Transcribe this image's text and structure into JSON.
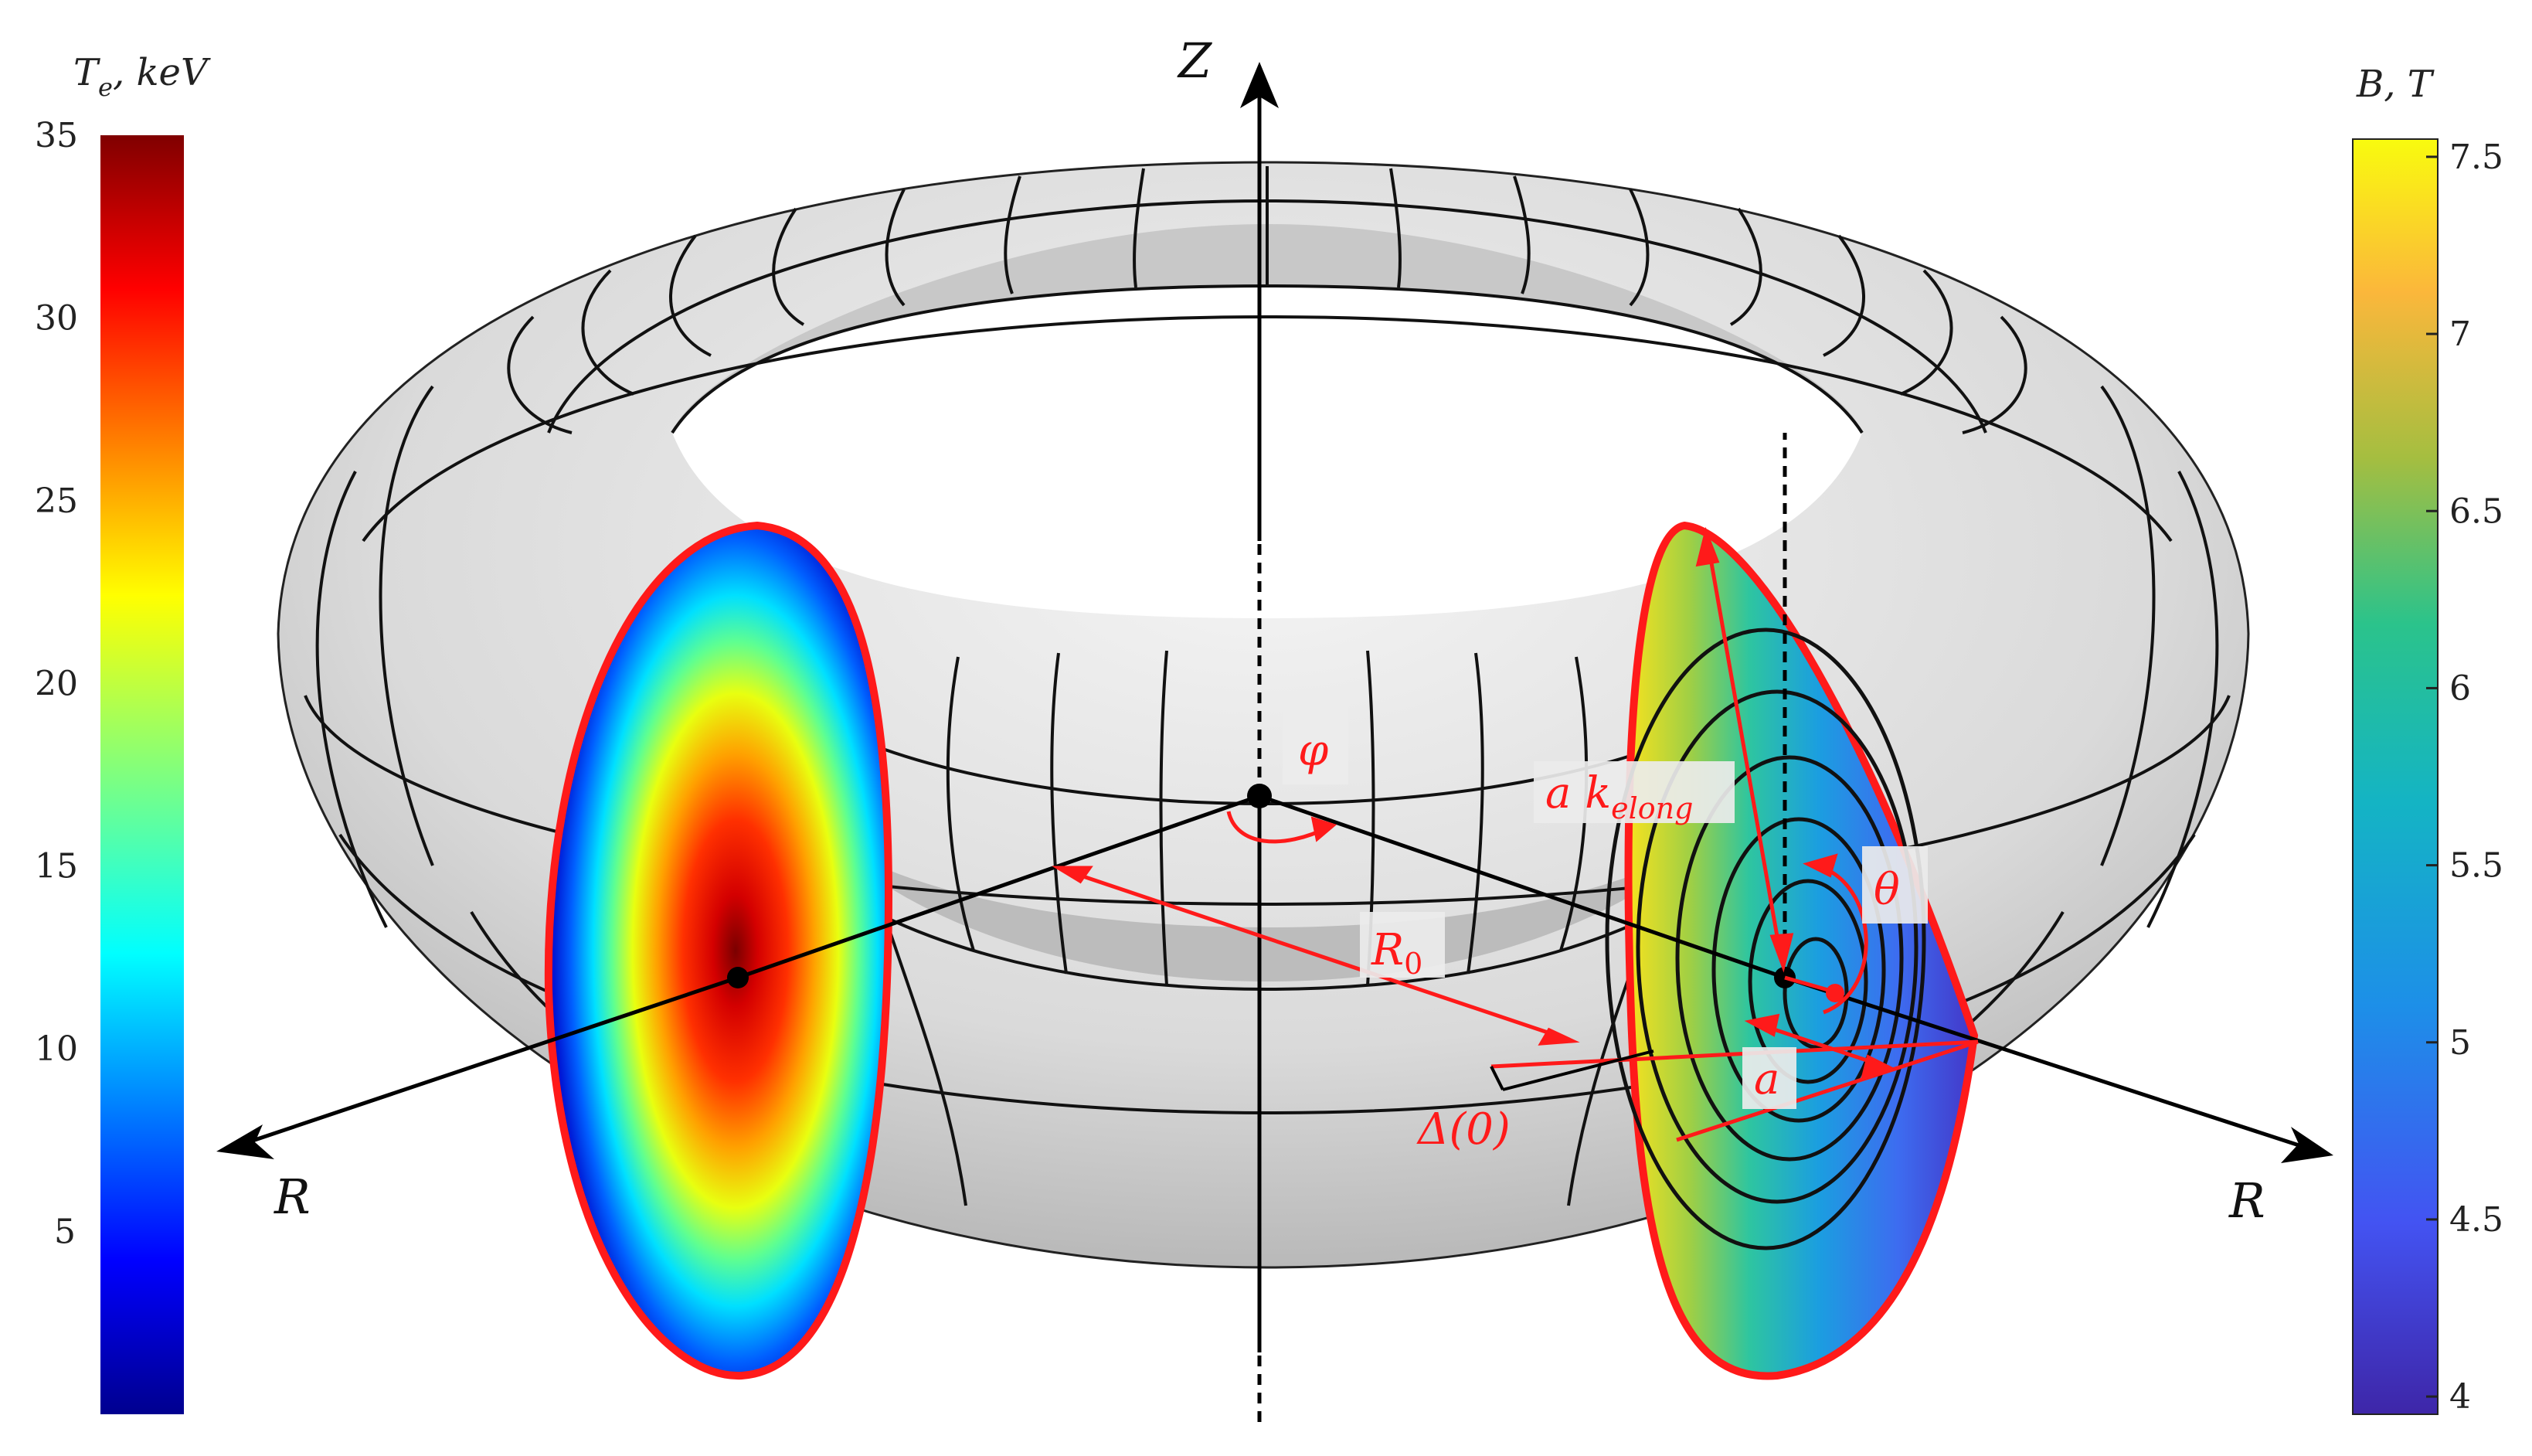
{
  "left_colorbar": {
    "title_main": "T",
    "title_sub": "e",
    "title_rest": ", keV",
    "max_label": "35",
    "ticks": [
      "30",
      "25",
      "20",
      "15",
      "10",
      "5"
    ],
    "colormap": "jet",
    "range": [
      0,
      35
    ]
  },
  "right_colorbar": {
    "title": "B, T",
    "ticks": [
      "7.5",
      "7",
      "6.5",
      "6",
      "5.5",
      "5",
      "4.5",
      "4"
    ],
    "colormap": "parula",
    "range": [
      3.95,
      7.55
    ]
  },
  "axes": {
    "z_label": "Z",
    "r_left_label": "R",
    "r_right_label": "R"
  },
  "annotations": {
    "phi": "φ",
    "theta": "θ",
    "r0_main": "R",
    "r0_sub": "0",
    "a_kelong_main": "a k",
    "a_kelong_sub": "elong",
    "delta": "Δ(0)",
    "a": "a"
  },
  "colors": {
    "annotation_red": "#ff1a1a",
    "torus_fill": "#d9d9d9",
    "grid_line": "#111111"
  }
}
